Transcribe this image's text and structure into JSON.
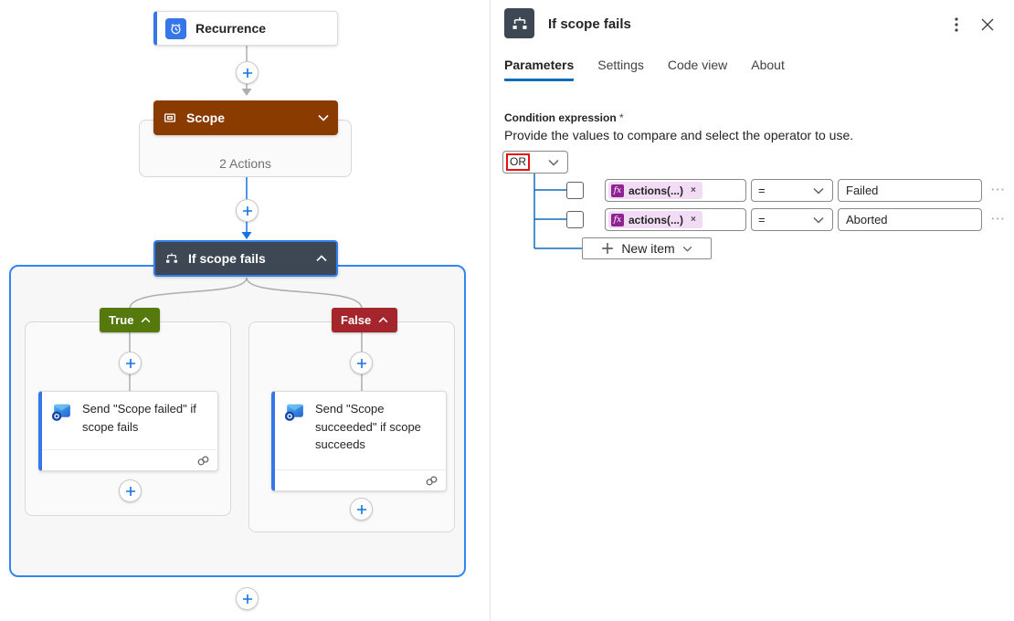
{
  "colors": {
    "accent_blue": "#0F6CBD",
    "connector_blue": "#1273E6",
    "connector_gray": "#ADADAD",
    "container_border_blue": "#3385F1",
    "trigger_accent": "#3577E8",
    "scope_header": "#8A3B00",
    "condition_header": "#3E4854",
    "true_badge": "#55790D",
    "false_badge": "#A4262C",
    "fx_purple": "#8F2394",
    "fx_pill_bg": "#F2DCF5",
    "highlight_red": "#E81111"
  },
  "canvas": {
    "recurrence": {
      "label": "Recurrence"
    },
    "scope": {
      "label": "Scope",
      "actions_count": "2 Actions"
    },
    "condition": {
      "label": "If scope fails"
    },
    "true_branch": {
      "badge": "True",
      "action_title": "Send \"Scope failed\" if scope fails"
    },
    "false_branch": {
      "badge": "False",
      "action_title": "Send \"Scope succeeded\" if scope succeeds"
    }
  },
  "panel": {
    "title": "If scope fails",
    "tabs": [
      {
        "label": "Parameters",
        "selected": true
      },
      {
        "label": "Settings",
        "selected": false
      },
      {
        "label": "Code view",
        "selected": false
      },
      {
        "label": "About",
        "selected": false
      }
    ],
    "condition": {
      "label": "Condition expression",
      "required_marker": "*",
      "help_text": "Provide the values to compare and select the operator to use.",
      "group_operator": "OR",
      "fx_icon_label": "fx",
      "remove_token": "×",
      "row_menu": "···",
      "rows": [
        {
          "operand": "actions(...)",
          "operator": "=",
          "value": "Failed"
        },
        {
          "operand": "actions(...)",
          "operator": "=",
          "value": "Aborted"
        }
      ],
      "new_item_label": "New item"
    }
  }
}
